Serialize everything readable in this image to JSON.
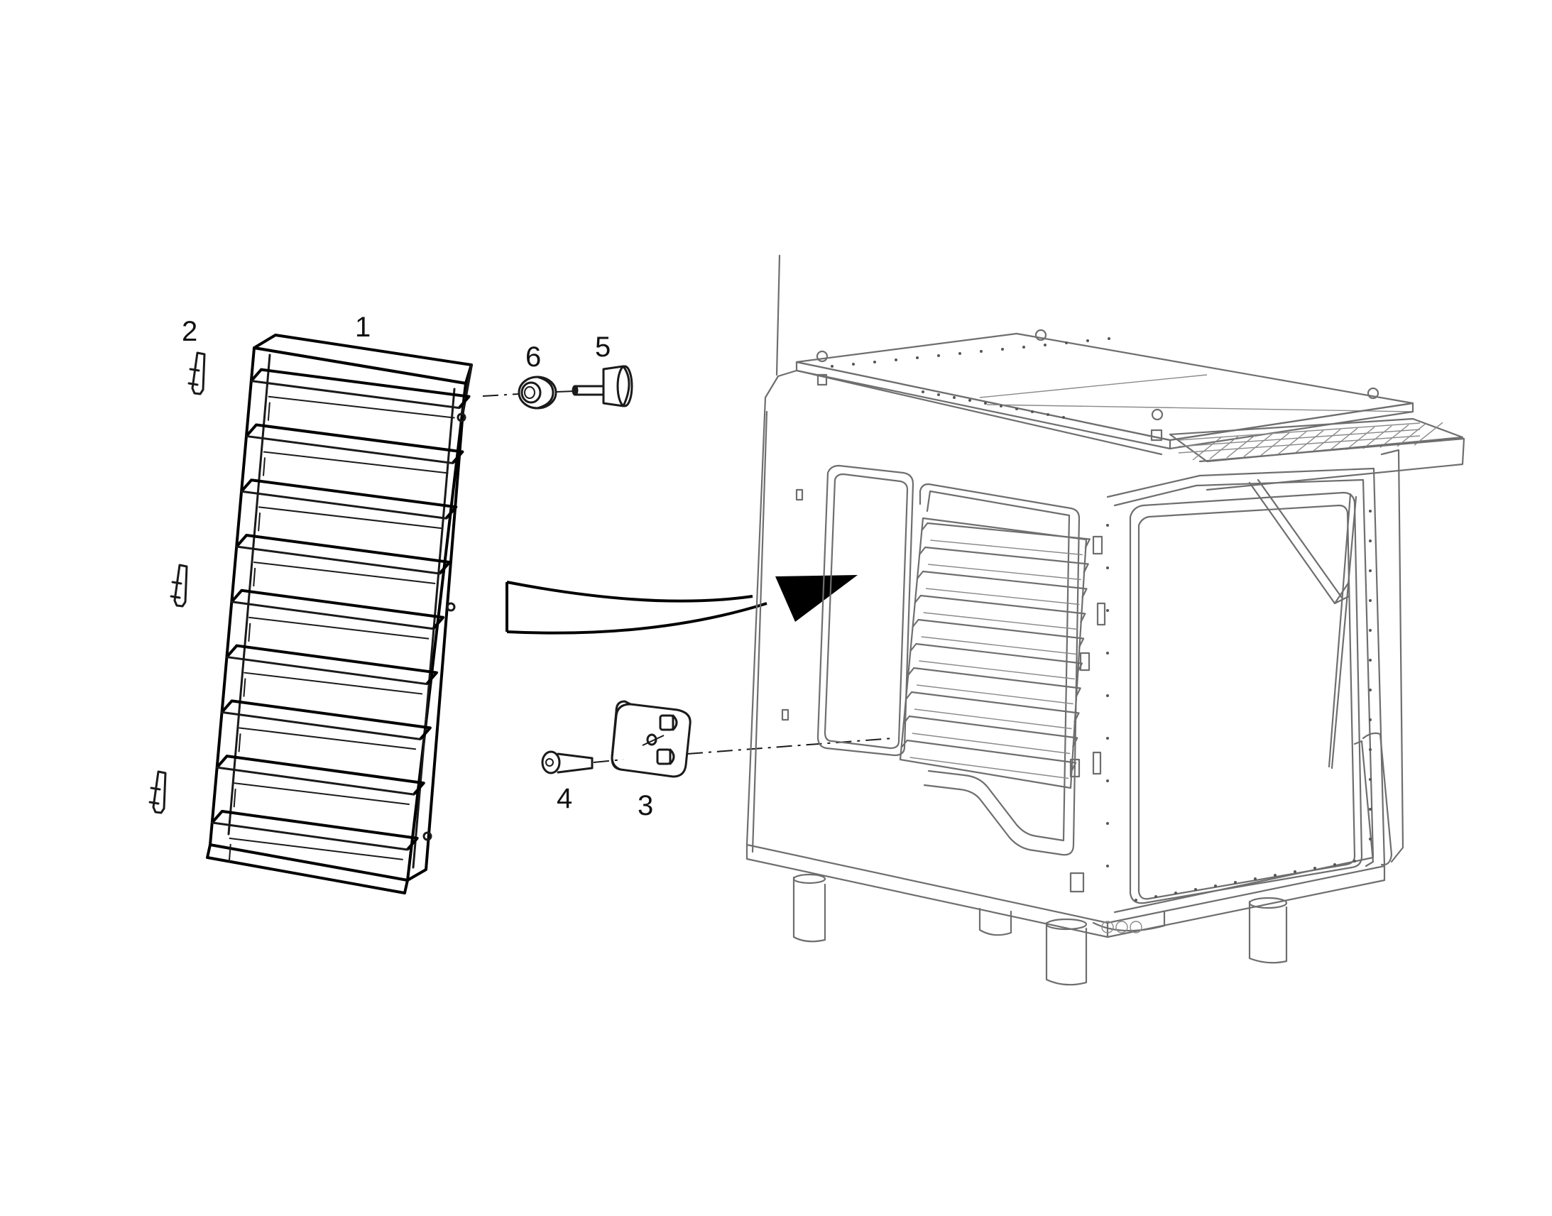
{
  "diagram": {
    "callouts": [
      {
        "id": "1",
        "text": "1"
      },
      {
        "id": "2",
        "text": "2"
      },
      {
        "id": "3",
        "text": "3"
      },
      {
        "id": "4",
        "text": "4"
      },
      {
        "id": "5",
        "text": "5"
      },
      {
        "id": "6",
        "text": "6"
      }
    ],
    "colors": {
      "line": "#1a1a1a",
      "cab": "#6e6e6e",
      "arrow": "#000000",
      "background": "#ffffff"
    }
  }
}
